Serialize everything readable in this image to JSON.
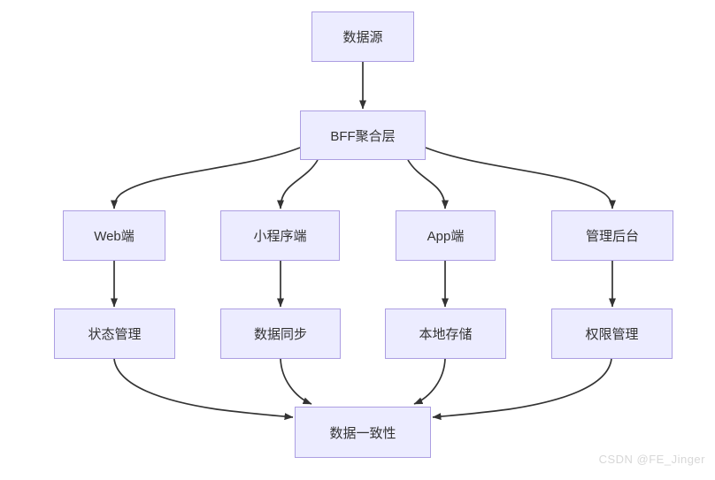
{
  "diagram": {
    "type": "flowchart",
    "direction": "top-down",
    "nodes": {
      "source": {
        "label": "数据源"
      },
      "bff": {
        "label": "BFF聚合层"
      },
      "web": {
        "label": "Web端"
      },
      "mini_program": {
        "label": "小程序端"
      },
      "app": {
        "label": "App端"
      },
      "admin": {
        "label": "管理后台"
      },
      "state_management": {
        "label": "状态管理"
      },
      "data_sync": {
        "label": "数据同步"
      },
      "local_storage": {
        "label": "本地存储"
      },
      "permission": {
        "label": "权限管理"
      },
      "consistency": {
        "label": "数据一致性"
      }
    },
    "edges": [
      {
        "from": "source",
        "to": "bff"
      },
      {
        "from": "bff",
        "to": "web"
      },
      {
        "from": "bff",
        "to": "mini_program"
      },
      {
        "from": "bff",
        "to": "app"
      },
      {
        "from": "bff",
        "to": "admin"
      },
      {
        "from": "web",
        "to": "state_management"
      },
      {
        "from": "mini_program",
        "to": "data_sync"
      },
      {
        "from": "app",
        "to": "local_storage"
      },
      {
        "from": "admin",
        "to": "permission"
      },
      {
        "from": "state_management",
        "to": "consistency"
      },
      {
        "from": "data_sync",
        "to": "consistency"
      },
      {
        "from": "local_storage",
        "to": "consistency"
      },
      {
        "from": "permission",
        "to": "consistency"
      }
    ],
    "colors": {
      "node_fill": "#ECECFF",
      "node_border": "#AC9EE2",
      "edge": "#333333",
      "text": "#333333",
      "watermark": "#D7D7D7",
      "background": "#FFFFFF"
    }
  },
  "watermark": {
    "text": "CSDN @FE_Jinger"
  }
}
